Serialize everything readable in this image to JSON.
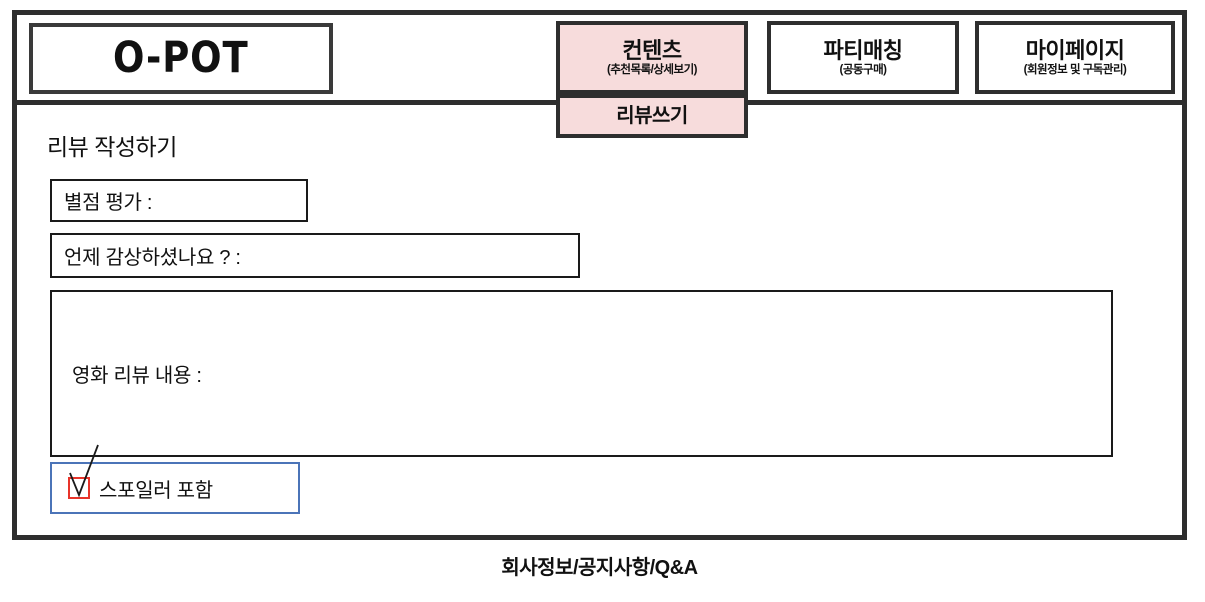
{
  "colors": {
    "accent_pink": "#F7DCDC",
    "frame_dark": "#2E2E2E",
    "checkbox_red": "#E8342A",
    "spoiler_border_blue": "#4B74B8",
    "text": "#111111"
  },
  "header": {
    "logo": "O-POT",
    "nav": [
      {
        "main": "컨텐츠",
        "sub": "(추천목록/상세보기)",
        "active": true
      },
      {
        "main": "파티매칭",
        "sub": "(공동구매)",
        "active": false
      },
      {
        "main": "마이페이지",
        "sub": "(회원정보 및 구독관리)",
        "active": false
      }
    ],
    "dropdown": {
      "label": "리뷰쓰기",
      "active": true
    }
  },
  "main": {
    "page_title": "리뷰 작성하기",
    "fields": [
      {
        "label": "별점 평가 :",
        "value": ""
      },
      {
        "label": "언제 감상하셨나요 ? :",
        "value": ""
      },
      {
        "label": "영화 리뷰 내용 :",
        "value": ""
      }
    ],
    "spoiler": {
      "label": "스포일러 포함",
      "checked": true,
      "icon": "checkmark-icon"
    }
  },
  "footer": {
    "links": "회사정보/공지사항/Q&A"
  }
}
